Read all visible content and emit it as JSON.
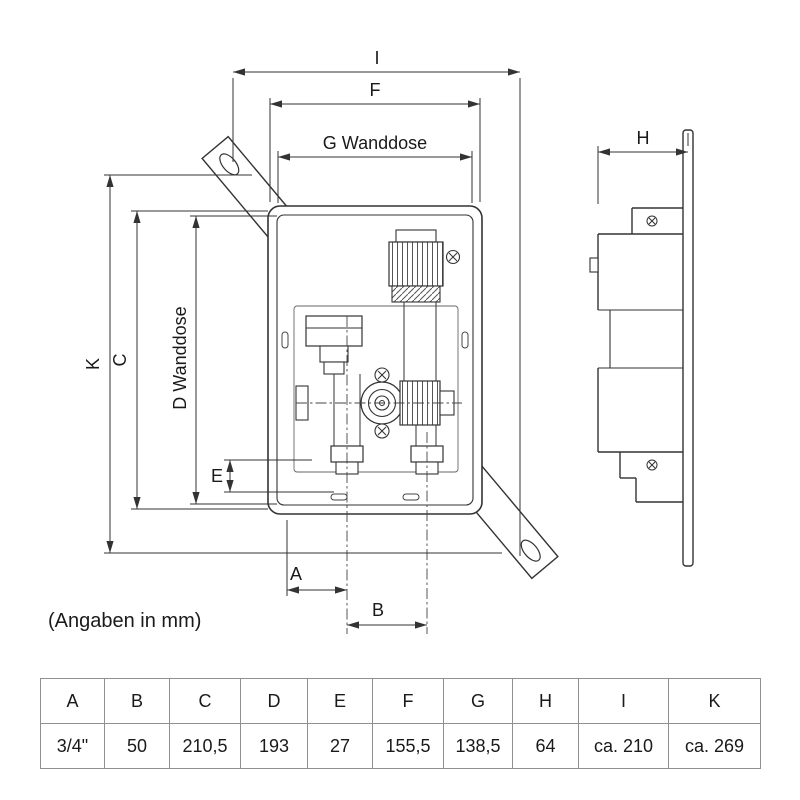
{
  "note": "(Angaben in mm)",
  "dim_labels": {
    "I": "I",
    "F": "F",
    "G": "G Wanddose",
    "H": "H",
    "K": "K",
    "C": "C",
    "D": "D Wanddose",
    "E": "E",
    "A": "A",
    "B": "B"
  },
  "table": {
    "headers": [
      "A",
      "B",
      "C",
      "D",
      "E",
      "F",
      "G",
      "H",
      "I",
      "K"
    ],
    "values": [
      "3/4\"",
      "50",
      "210,5",
      "193",
      "27",
      "155,5",
      "138,5",
      "64",
      "ca. 210",
      "ca. 269"
    ]
  },
  "colors": {
    "line": "#333333",
    "text": "#1a1a1a",
    "table_border": "#909090",
    "background": "#ffffff"
  }
}
